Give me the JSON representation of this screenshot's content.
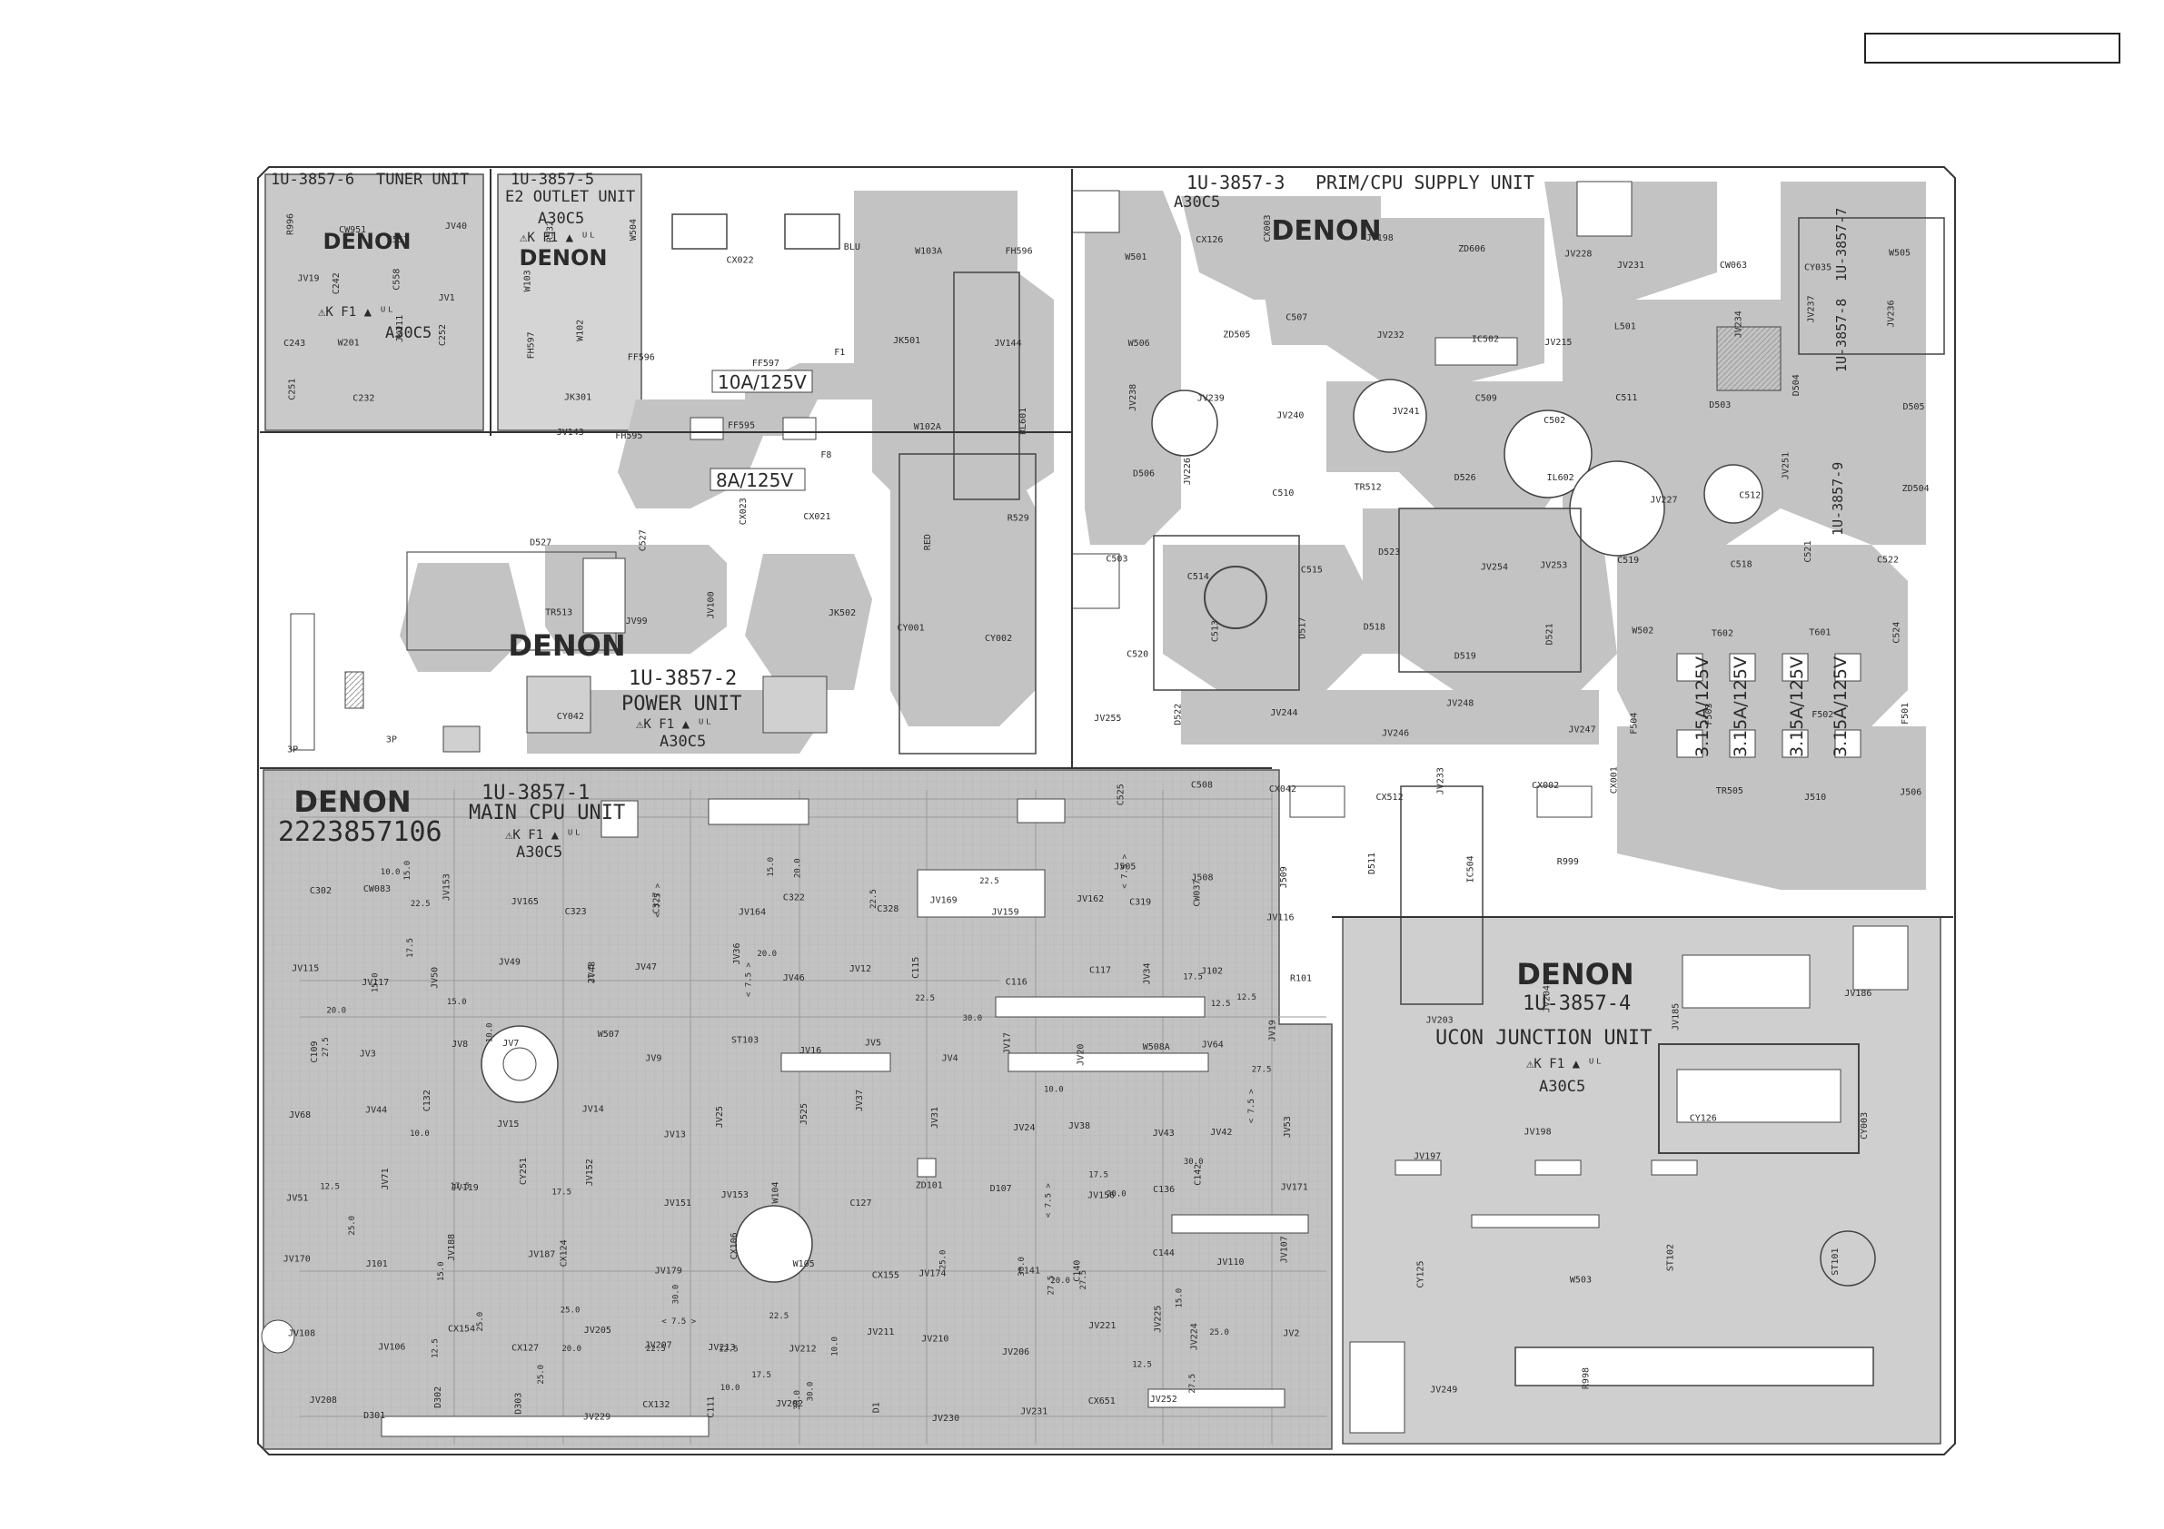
{
  "header_box": {},
  "brand": "DENON",
  "units": {
    "tuner": {
      "code": "1U-3857-6",
      "name": "TUNER UNIT",
      "rev": "A30C5"
    },
    "outlet": {
      "code": "1U-3857-5",
      "name": "E2 OUTLET UNIT",
      "rev": "A30C5"
    },
    "prim": {
      "code": "1U-3857-3",
      "name": "PRIM/CPU SUPPLY UNIT",
      "rev": "A30C5"
    },
    "power": {
      "code": "1U-3857-2",
      "name": "POWER UNIT",
      "rev": "A30C5"
    },
    "main": {
      "code": "1U-3857-1",
      "name": "MAIN CPU UNIT",
      "rev": "A30C5",
      "part_no": "2223857106"
    },
    "ucon": {
      "code": "1U-3857-4",
      "name": "UCON JUNCTION UNIT",
      "rev": "A30C5"
    },
    "side7": {
      "code": "1U-3857-7"
    },
    "side8": {
      "code": "1U-3857-8"
    },
    "side9": {
      "code": "1U-3857-9"
    }
  },
  "safety_mark": "⚠K F1 ▲ ᵁᴸ",
  "fuses": {
    "f1": "10A/125V",
    "f8": "8A/125V",
    "small": [
      "3.15A/125V",
      "3.15A/125V",
      "3.15A/125V",
      "3.15A/125V"
    ]
  },
  "component_labels": {
    "tuner": [
      "R996",
      "CW951",
      "C557",
      "JV40",
      "JV19",
      "C242",
      "C558",
      "JV1",
      "C243",
      "W201",
      "JK111",
      "C252",
      "C251",
      "C232"
    ],
    "outlet": [
      "W103",
      "W102",
      "JK301"
    ],
    "power": [
      "R532",
      "W504",
      "CX022",
      "BLU",
      "W103A",
      "FH596",
      "FH597",
      "FF596",
      "FF597",
      "F1",
      "JK501",
      "JV144",
      "JV143",
      "FH595",
      "FF595",
      "F8",
      "W102A",
      "RL601",
      "D527",
      "C527",
      "CX023",
      "CX021",
      "RED",
      "R529",
      "TR513",
      "JV99",
      "JV100",
      "JK502",
      "CY001",
      "CY002",
      "CY042"
    ],
    "prim": [
      "W501",
      "CX126",
      "CX003",
      "JV198",
      "ZD606",
      "JV228",
      "JV231",
      "CW063",
      "CY035",
      "W505",
      "W506",
      "ZD505",
      "C507",
      "JV232",
      "IC502",
      "JV215",
      "L501",
      "JV234",
      "JV237",
      "JV236",
      "JV238",
      "JV239",
      "JV240",
      "JV241",
      "C509",
      "C502",
      "C511",
      "D503",
      "D504",
      "D505",
      "D506",
      "JV226",
      "C510",
      "TR512",
      "D526",
      "IL602",
      "JV227",
      "C512",
      "JV251",
      "ZD504",
      "C503",
      "C514",
      "C515",
      "D523",
      "JV254",
      "JV253",
      "C519",
      "C518",
      "C521",
      "C522",
      "C520",
      "C513",
      "D517",
      "D518",
      "D519",
      "D521",
      "W502",
      "T602",
      "T601",
      "C524",
      "JV255",
      "D522",
      "JV244",
      "JV246",
      "JV248",
      "JV247",
      "F504",
      "F503",
      "F502",
      "F501",
      "C525",
      "C508",
      "CX042",
      "CX512",
      "JV233",
      "CX002",
      "CX001",
      "TR505",
      "J510",
      "J506",
      "J505",
      "J508",
      "J509",
      "D511",
      "IC504",
      "R999"
    ],
    "main": [
      "C302",
      "CW083",
      "JV153",
      "JV165",
      "C323",
      "C327",
      "JV164",
      "C322",
      "C328",
      "JV169",
      "JV159",
      "JV162",
      "C319",
      "CW037",
      "JV116",
      "JV115",
      "JV117",
      "JV50",
      "JV49",
      "JV48",
      "JV47",
      "JV36",
      "JV46",
      "JV12",
      "C115",
      "C116",
      "C117",
      "JV34",
      "J102",
      "R101",
      "C109",
      "JV3",
      "JV8",
      "JV7",
      "W507",
      "JV9",
      "ST103",
      "JV16",
      "JV5",
      "JV4",
      "JV17",
      "JV20",
      "W508A",
      "JV64",
      "JV19",
      "JV68",
      "JV44",
      "C132",
      "JV15",
      "JV14",
      "JV13",
      "JV25",
      "J525",
      "JV37",
      "JV31",
      "JV24",
      "JV38",
      "JV43",
      "JV42",
      "JV53",
      "JV51",
      "JV71",
      "JV119",
      "CY251",
      "JV152",
      "JV151",
      "JV153",
      "W104",
      "C127",
      "ZD101",
      "D107",
      "JV156",
      "C136",
      "C142",
      "JV171",
      "JV170",
      "J101",
      "JV188",
      "JV187",
      "CX124",
      "JV179",
      "CX106",
      "W105",
      "CX155",
      "JV174",
      "C141",
      "C140",
      "C144",
      "JV110",
      "JV107",
      "JV108",
      "JV106",
      "CX154",
      "CX127",
      "JV205",
      "JV207",
      "JV213",
      "JV212",
      "JV211",
      "JV210",
      "JV206",
      "JV221",
      "JV225",
      "JV224",
      "JV2",
      "JV208",
      "D301",
      "D302",
      "D303",
      "JV229",
      "CX132",
      "C111",
      "JV202",
      "D1",
      "JV230",
      "JV231",
      "CX651",
      "JV252"
    ],
    "ucon": [
      "JV203",
      "JV204",
      "JV185",
      "JV186",
      "JV197",
      "JV198",
      "CY126",
      "CY003",
      "CY125",
      "W503",
      "ST102",
      "ST101",
      "JV249",
      "R998"
    ],
    "misc": [
      "3P",
      "3P"
    ]
  },
  "trace_values": [
    "< 7.5 >",
    "12.5",
    "15.0",
    "20.0",
    "22.5",
    "25.0",
    "27.5",
    "30.0",
    "17.5",
    "10.0"
  ]
}
